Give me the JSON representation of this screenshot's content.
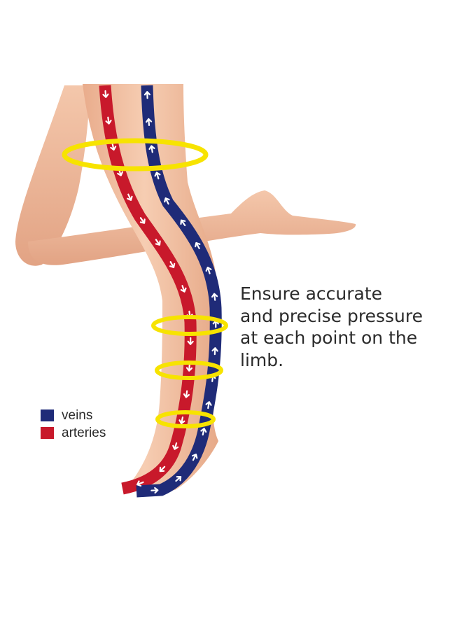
{
  "caption": {
    "lines": [
      "Ensure accurate",
      "and precise pressure",
      "at each point on the",
      "limb."
    ]
  },
  "legend": {
    "items": [
      {
        "label": "veins",
        "color": "#1f2b78"
      },
      {
        "label": "arteries",
        "color": "#c8192b"
      }
    ]
  },
  "colors": {
    "skin": "#f1c1a3",
    "skin_shadow": "#e3a584",
    "vein": "#1f2b78",
    "artery": "#c8192b",
    "pressure_ring": "#f7e300",
    "arrow": "#ffffff"
  }
}
